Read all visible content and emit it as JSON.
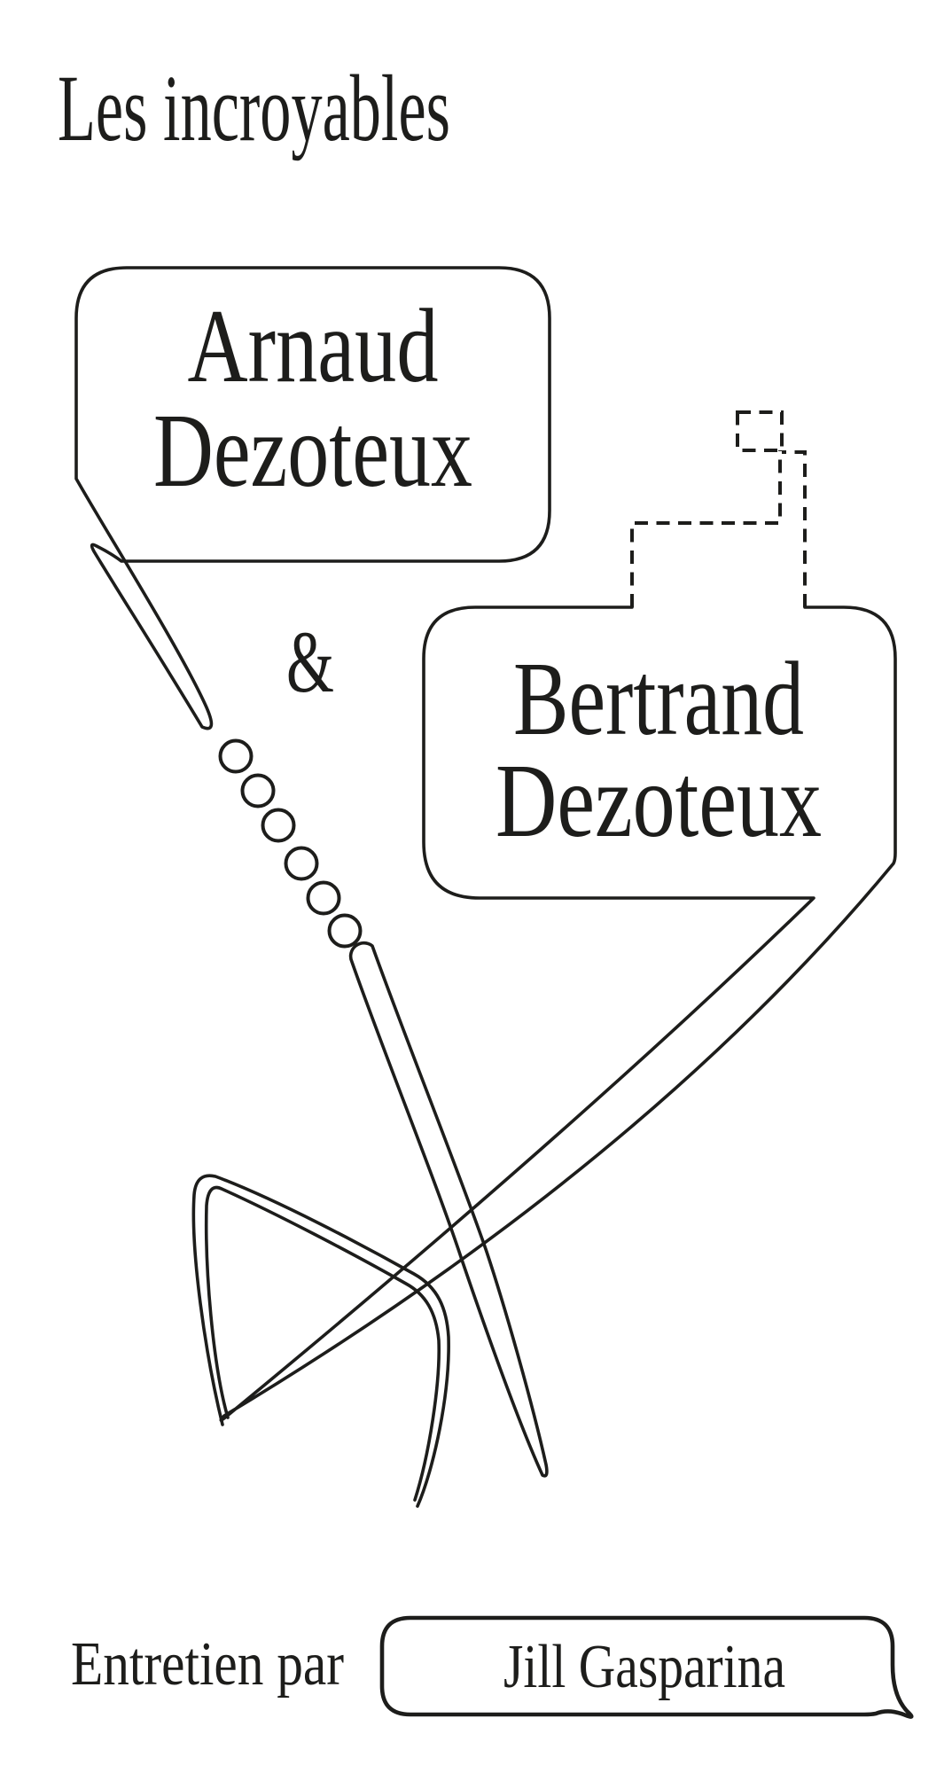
{
  "page": {
    "title": "Les incroyables"
  },
  "speakers": {
    "arnaud": {
      "line1": "Arnaud",
      "line2": "Dezoteux"
    },
    "ampersand": "&",
    "bertrand": {
      "line1": "Bertrand",
      "line2": "Dezoteux"
    }
  },
  "footer": {
    "label": "Entretien par",
    "interviewer": "Jill Gasparina"
  },
  "illustration": {
    "parts": [
      "speech-bubble-arnaud",
      "speech-bubble-bertrand",
      "dashed-connector",
      "thread-stitch-circles",
      "needle",
      "folded-ribbon",
      "quote-bubble"
    ]
  },
  "colors": {
    "ink": "#1d1d1b",
    "background": "#ffffff"
  }
}
